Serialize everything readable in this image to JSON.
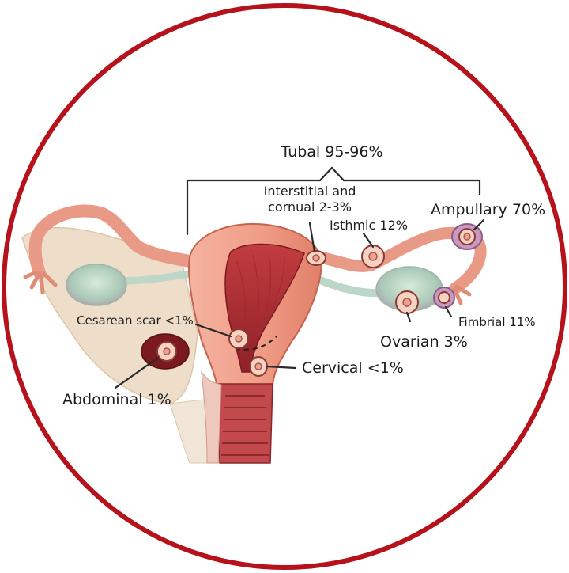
{
  "colors": {
    "frame": "#b5121b",
    "tissue": "#f2a58f",
    "tissue_dark": "#d7705f",
    "cavity": "#b8343a",
    "ovary": "#bcd6c7",
    "peritoneum": "#ecdac4"
  },
  "labels": {
    "tubal": "Tubal 95-96%",
    "interstitial_line1": "Interstitial and",
    "interstitial_line2": "cornual 2-3%",
    "isthmic": "Isthmic 12%",
    "ampullary": "Ampullary 70%",
    "fimbrial": "Fimbrial 11%",
    "ovarian": "Ovarian 3%",
    "cesarean": "Cesarean scar <1%",
    "cervical": "Cervical <1%",
    "abdominal": "Abdominal 1%"
  }
}
